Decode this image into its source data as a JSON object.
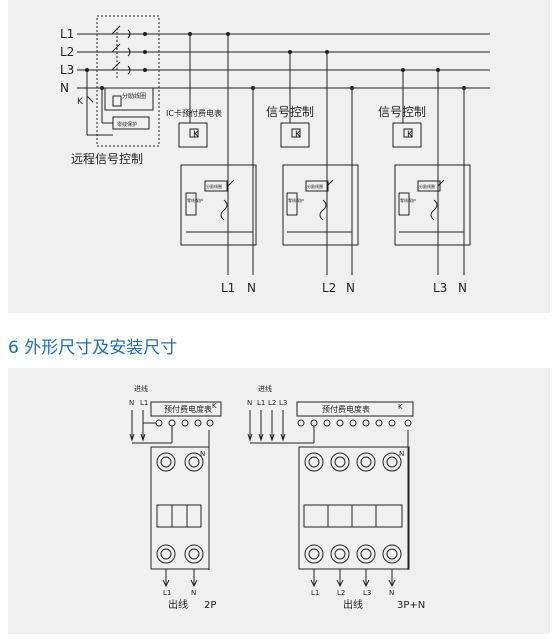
{
  "wiring": {
    "phase_labels": [
      "L1",
      "L2",
      "L3",
      "N"
    ],
    "k_label": "K",
    "remote_label": "远程信号控制",
    "shunt_label": "分励线圈",
    "undervoltage_label": "零线保护",
    "ic_meter_label": "IC卡预付费电表",
    "signal_label": "信号控制",
    "module_small": "分励线圈",
    "module_side": "零线保护",
    "outputs": [
      {
        "phase": "L1",
        "neutral": "N"
      },
      {
        "phase": "L2",
        "neutral": "N"
      },
      {
        "phase": "L3",
        "neutral": "N"
      }
    ]
  },
  "section": {
    "title": "6 外形尺寸及安装尺寸"
  },
  "dimensions": {
    "left": {
      "inlet_label": "进线",
      "inlet_terminals": [
        "N",
        "L1"
      ],
      "meter_label": "预付费电度表",
      "k_label": "K",
      "n_mark": "N",
      "outlet_terminals": [
        "L1",
        "N"
      ],
      "outlet_label": "出线",
      "type_label": "2P"
    },
    "right": {
      "inlet_label": "进线",
      "inlet_terminals": [
        "N",
        "L1",
        "L2",
        "L3"
      ],
      "meter_label": "预付费电度表",
      "k_label": "K",
      "n_mark": "N",
      "outlet_terminals": [
        "L1",
        "L2",
        "L3",
        "N"
      ],
      "outlet_label": "出线",
      "type_label": "3P+N"
    }
  }
}
